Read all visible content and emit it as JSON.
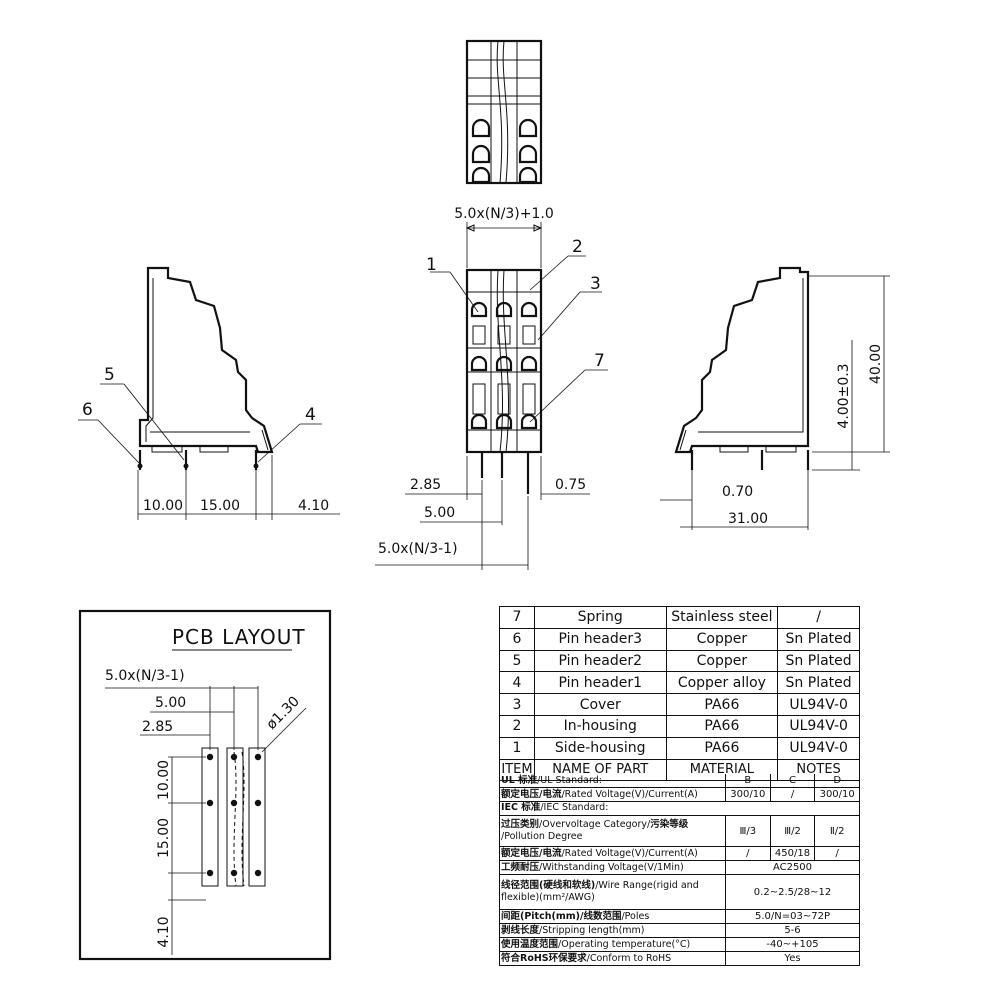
{
  "pcb": {
    "title": "PCB LAYOUT",
    "dim_pitch_formula": "5.0x(N/3-1)",
    "dim_pitch": "5.00",
    "dim_offset": "2.85",
    "dim_hole": "ø1.30",
    "dim_row1": "10.00",
    "dim_row2": "15.00",
    "dim_edge": "4.10"
  },
  "front_view": {
    "dim_width": "5.0x(N/3)+1.0",
    "dim_left": "2.85",
    "dim_right": "0.75",
    "dim_pitch": "5.00",
    "dim_total": "5.0x(N/3-1)",
    "balloons": [
      "1",
      "2",
      "3",
      "7"
    ]
  },
  "left_side_view": {
    "dim_a": "10.00",
    "dim_b": "15.00",
    "dim_c": "4.10",
    "balloons": [
      "5",
      "6",
      "4"
    ]
  },
  "right_side_view": {
    "dim_height": "40.00",
    "dim_pin": "4.00±0.3",
    "dim_pin_width": "0.70",
    "dim_depth": "31.00"
  },
  "bom": {
    "rows": [
      {
        "item": "7",
        "name": "Spring",
        "material": "Stainless steel",
        "notes": "/"
      },
      {
        "item": "6",
        "name": "Pin header3",
        "material": "Copper",
        "notes": "Sn Plated"
      },
      {
        "item": "5",
        "name": "Pin header2",
        "material": "Copper",
        "notes": "Sn Plated"
      },
      {
        "item": "4",
        "name": "Pin header1",
        "material": "Copper alloy",
        "notes": "Sn Plated"
      },
      {
        "item": "3",
        "name": "Cover",
        "material": "PA66",
        "notes": "UL94V-0"
      },
      {
        "item": "2",
        "name": "In-housing",
        "material": "PA66",
        "notes": "UL94V-0"
      },
      {
        "item": "1",
        "name": "Side-housing",
        "material": "PA66",
        "notes": "UL94V-0"
      }
    ],
    "header": {
      "item": "ITEM",
      "name": "NAME OF PART",
      "material": "MATERIAL",
      "notes": "NOTES"
    }
  },
  "spec": {
    "ul_standard": {
      "cn": "UL 标准",
      "en": "/UL Standard:",
      "cols": [
        "B",
        "C",
        "D"
      ]
    },
    "ul_rated": {
      "cn": "额定电压/电流",
      "en": "/Rated Voltage(V)/Current(A)",
      "vals": [
        "300/10",
        "/",
        "300/10"
      ]
    },
    "iec_standard": {
      "cn": "IEC 标准",
      "en": "/IEC Standard:"
    },
    "overvoltage": {
      "cn": "过压类别",
      "en": "/Overvoltage Category/",
      "cn2": "污染等级",
      "en2": "/Pollution Degree",
      "vals": [
        "Ⅲ/3",
        "Ⅲ/2",
        "Ⅱ/2"
      ]
    },
    "iec_rated": {
      "cn": "额定电压/电流",
      "en": "/Rated Voltage(V)/Current(A)",
      "vals": [
        "/",
        "450/18",
        "/"
      ]
    },
    "withstand": {
      "cn": "工频耐压",
      "en": "/Withstanding Voltage(V/1Min)",
      "val": "AC2500"
    },
    "wire_range": {
      "cn": "线径范围(硬线和软线)",
      "en": "/Wire Range(rigid and flexible)(mm²/AWG)",
      "val": "0.2~2.5/28~12"
    },
    "pitch": {
      "cn": "间距(Pitch(mm)/线数范围",
      "en": "/Poles",
      "val": "5.0/N=03~72P"
    },
    "stripping": {
      "cn": "剥线长度",
      "en": "/Stripping length(mm)",
      "val": "5-6"
    },
    "temperature": {
      "cn": "使用温度范围",
      "en": "/Operating temperature(°C)",
      "val": "-40~+105"
    },
    "rohs": {
      "cn": "符合RoHS环保要求",
      "en": "/Conform to RoHS",
      "val": "Yes"
    }
  }
}
